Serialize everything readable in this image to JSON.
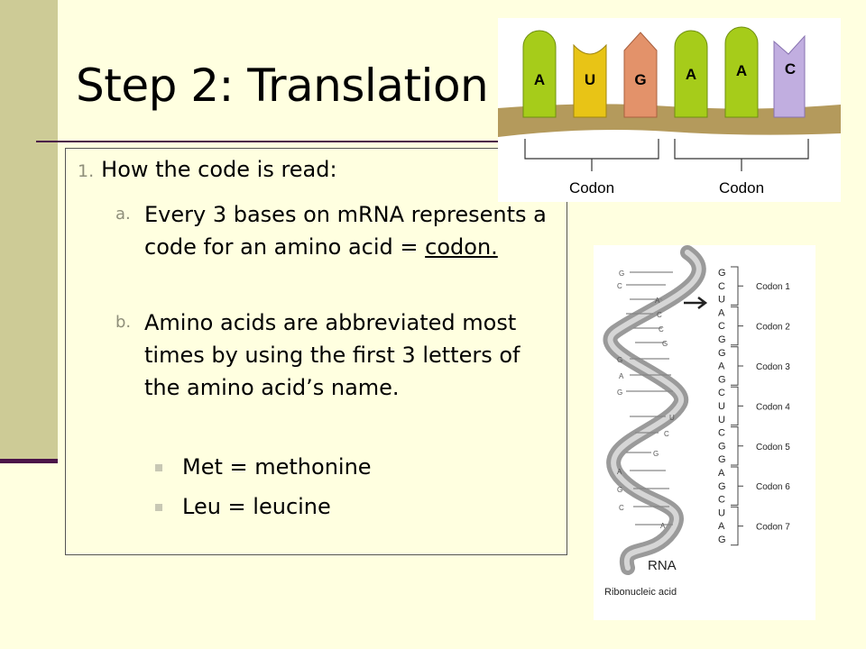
{
  "slide": {
    "title": "Step 2: Translation",
    "level1": {
      "num": "1.",
      "text": "How the code is read:"
    },
    "items": [
      {
        "letter": "a.",
        "text_before": "Every 3 bases on mRNA represents a code for an amino acid = ",
        "emph": "codon."
      },
      {
        "letter": "b.",
        "text": "Amino acids are abbreviated most times by using the first 3 letters of the amino acid’s name."
      }
    ],
    "bullets": [
      "Met = methonine",
      "Leu = leucine"
    ]
  },
  "codon_figure": {
    "bases": [
      "A",
      "U",
      "G",
      "A",
      "A",
      "C"
    ],
    "labels": [
      "Codon",
      "Codon"
    ]
  },
  "rna_figure": {
    "sequence": [
      "G",
      "C",
      "U",
      "A",
      "C",
      "G",
      "G",
      "A",
      "G",
      "C",
      "U",
      "U",
      "C",
      "G",
      "G",
      "A",
      "G",
      "C",
      "U",
      "A",
      "G"
    ],
    "codons": [
      "Codon 1",
      "Codon 2",
      "Codon 3",
      "Codon 4",
      "Codon 5",
      "Codon 6",
      "Codon 7"
    ],
    "label": "RNA",
    "caption": "Ribonucleic acid"
  }
}
